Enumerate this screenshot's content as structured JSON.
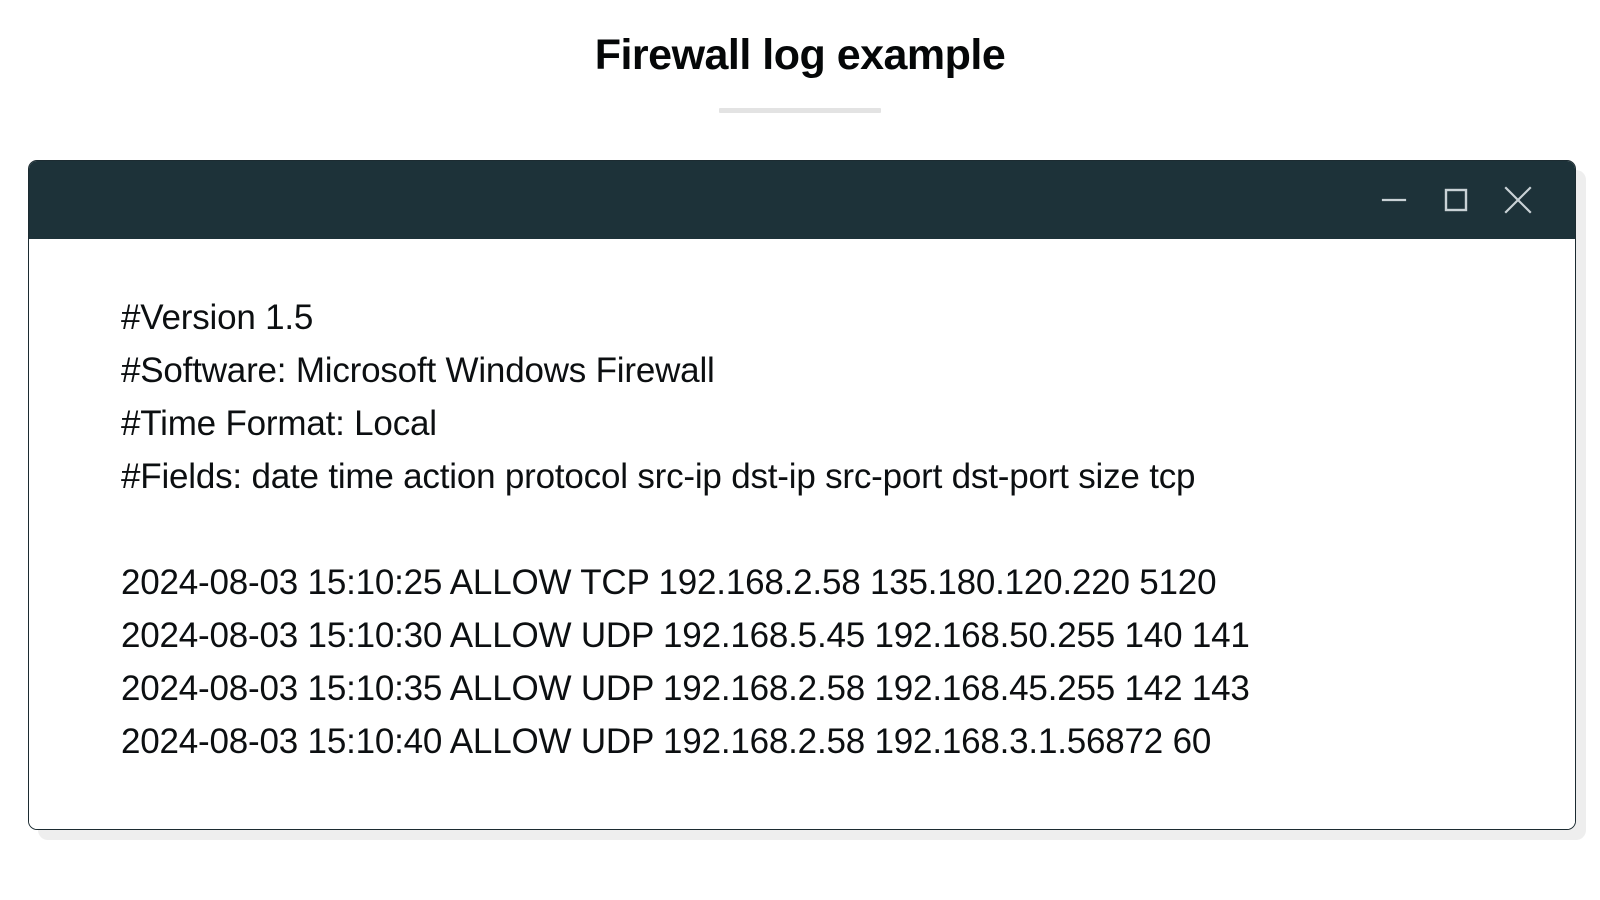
{
  "page": {
    "title": "Firewall log example",
    "background_color": "#ffffff",
    "divider_color": "#e3e3e3"
  },
  "window": {
    "titlebar_color": "#1d3239",
    "body_color": "#ffffff",
    "border_color": "#1c2b31",
    "shadow_color": "#eeeeee",
    "controls": [
      {
        "name": "minimize",
        "glyph": "minimize-icon",
        "label": "Minimize"
      },
      {
        "name": "maximize",
        "glyph": "maximize-icon",
        "label": "Maximize"
      },
      {
        "name": "close",
        "glyph": "close-icon",
        "label": "Close"
      }
    ]
  },
  "log": {
    "text_color": "#0c0f11",
    "header_lines": [
      "#Version 1.5",
      "#Software: Microsoft Windows Firewall",
      "#Time Format: Local",
      "#Fields: date time action protocol src-ip dst-ip src-port dst-port size tcp"
    ],
    "entries": [
      "2024-08-03 15:10:25 ALLOW TCP 192.168.2.58 135.180.120.220 5120",
      "2024-08-03 15:10:30 ALLOW UDP 192.168.5.45 192.168.50.255 140 141",
      "2024-08-03 15:10:35 ALLOW UDP 192.168.2.58 192.168.45.255 142 143",
      "2024-08-03 15:10:40 ALLOW UDP 192.168.2.58 192.168.3.1.56872 60"
    ],
    "header_block": "#Version 1.5\n#Software: Microsoft Windows Firewall\n#Time Format: Local\n#Fields: date time action protocol src-ip dst-ip src-port dst-port size tcp",
    "entries_block": "2024-08-03 15:10:25 ALLOW TCP 192.168.2.58 135.180.120.220 5120\n2024-08-03 15:10:30 ALLOW UDP 192.168.5.45 192.168.50.255 140 141\n2024-08-03 15:10:35 ALLOW UDP 192.168.2.58 192.168.45.255 142 143\n2024-08-03 15:10:40 ALLOW UDP 192.168.2.58 192.168.3.1.56872 60"
  }
}
